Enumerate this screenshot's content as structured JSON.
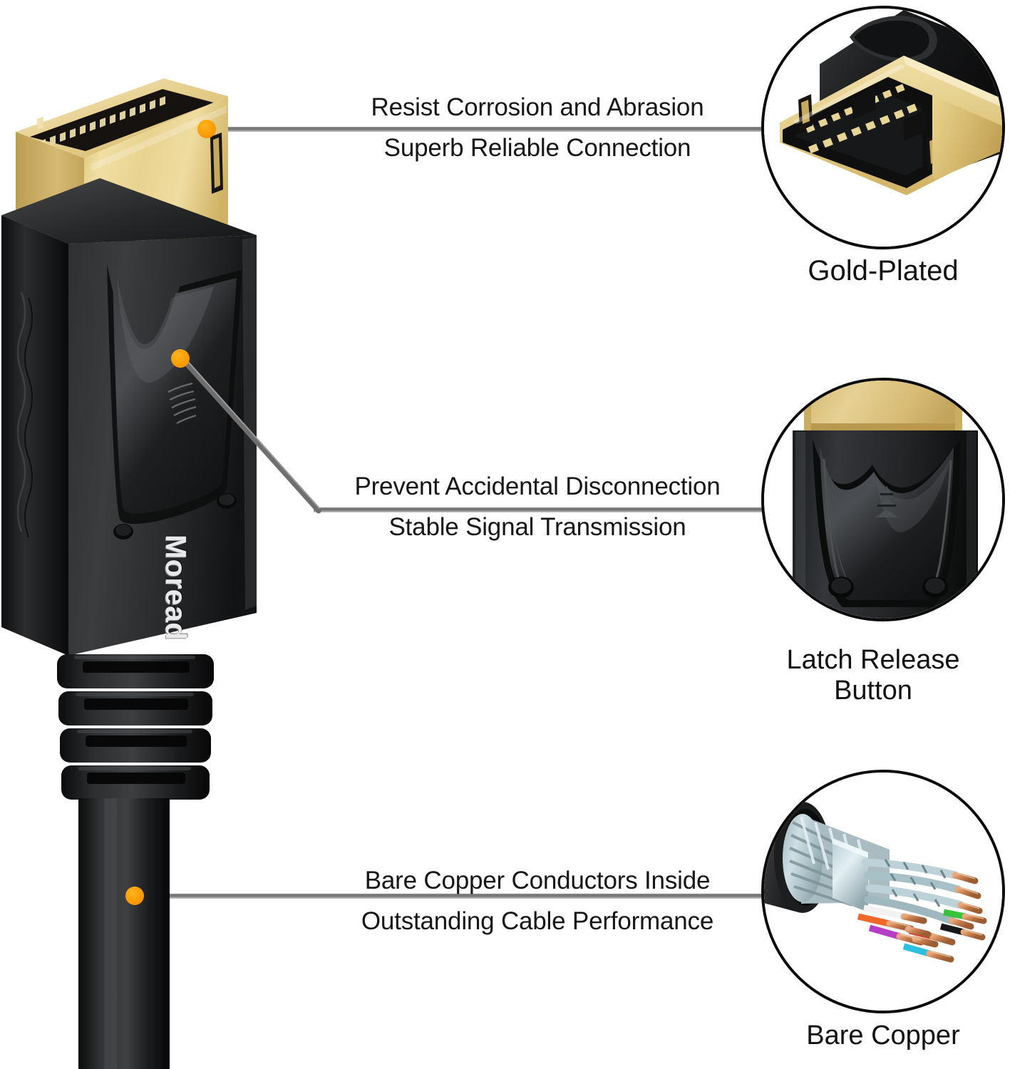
{
  "product": {
    "brand": "Moread",
    "type": "DisplayPort cable feature infographic"
  },
  "colors": {
    "dot_accent": "#fb9a00",
    "line_gray": "#6e6e6e",
    "text_black": "#161616",
    "gold": "#e8d18a",
    "housing_black": "#1b1b1b",
    "shield_silver": "#b9cdd2"
  },
  "callouts": [
    {
      "id": "gold-plated",
      "line1": "Resist Corrosion and Abrasion",
      "line2": "Superb Reliable Connection"
    },
    {
      "id": "latch-release",
      "line1": "Prevent Accidental Disconnection",
      "line2": "Stable Signal Transmission"
    },
    {
      "id": "bare-copper",
      "line1": "Bare Copper Conductors Inside",
      "line2": "Outstanding Cable Performance"
    }
  ],
  "insets": [
    {
      "id": "gold-plated",
      "label": "Gold-Plated"
    },
    {
      "id": "latch-release",
      "label_line1": "Latch Release",
      "label_line2": "Button"
    },
    {
      "id": "bare-copper",
      "label": "Bare Copper"
    }
  ],
  "icons": {
    "latch_ridge": "ridge-lines-icon",
    "callout_dot": "callout-marker-dot-icon"
  }
}
